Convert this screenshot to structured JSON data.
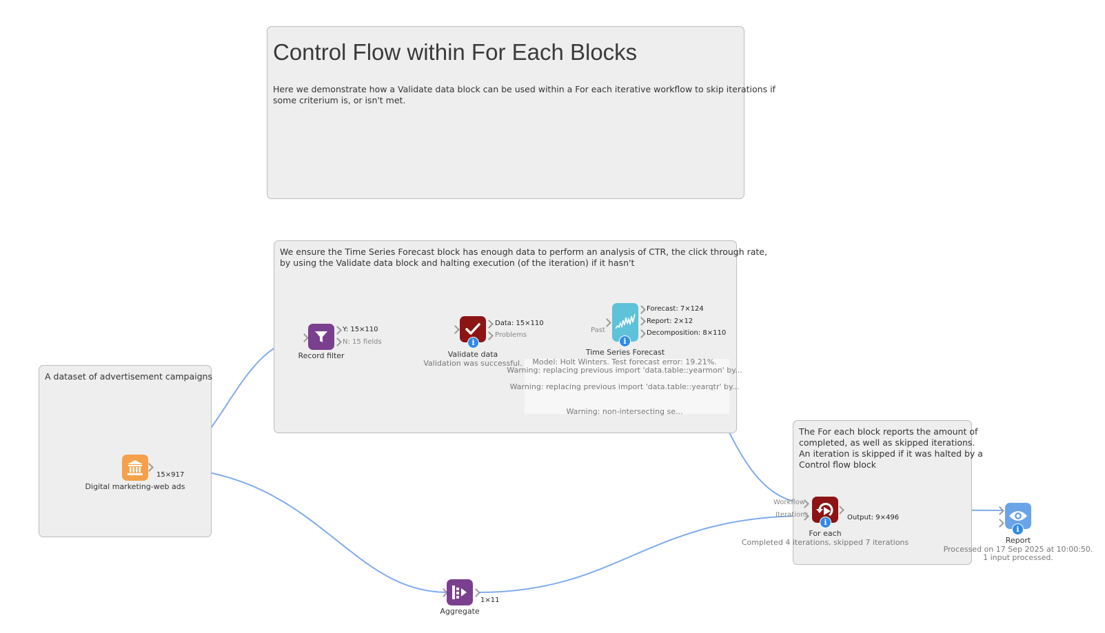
{
  "title_note": {
    "title": "Control Flow within For Each Blocks",
    "body_line1": "Here we demonstrate how a Validate data block can be used within a For each iterative workflow to skip iterations if",
    "body_line2": "some criterium is, or isn't met."
  },
  "ensure_note": {
    "line1": "We ensure the Time Series Forecast block has enough data to perform an analysis of CTR, the click through rate,",
    "line2": "by using the Validate data block and halting execution (of the iteration) if it hasn't"
  },
  "dataset_note": {
    "text": "A dataset of advertisement campaigns"
  },
  "foreach_note": {
    "line1": "The For each block reports the amount of",
    "line2": "completed, as well as skipped iterations.",
    "line3": "An iteration is skipped if it was halted by a",
    "line4": "Control flow block"
  },
  "nodes": {
    "dataset": {
      "label": "Digital marketing-web ads",
      "output": "15×917",
      "icon": "bank-icon",
      "color": "#f5a04a"
    },
    "record_filter": {
      "label": "Record filter",
      "out_y": "Y: 15×110",
      "out_n": "N: 15 fields",
      "icon": "funnel-icon",
      "color": "#7a3f8f"
    },
    "validate": {
      "label": "Validate data",
      "status": "Validation was successful.",
      "out_data": "Data: 15×110",
      "out_problems": "Problems",
      "icon": "checkmark-icon",
      "color": "#8c1414"
    },
    "forecast": {
      "label": "Time Series Forecast",
      "in_past": "Past",
      "out_forecast": "Forecast: 7×124",
      "out_report": "Report: 2×12",
      "out_decomp": "Decomposition: 8×110",
      "msg1": "Model: Holt Winters. Test forecast error: 19.21%.",
      "msg2": "Warning: replacing previous import 'data.table::yearmon' by...",
      "msg3": "Warning: replacing previous import 'data.table::yearqtr' by...",
      "msg4": "Warning: non-intersecting se...",
      "icon": "chart-icon",
      "color": "#5ec2d8"
    },
    "aggregate": {
      "label": "Aggregate",
      "output": "1×11",
      "icon": "aggregate-icon",
      "color": "#7a3f8f"
    },
    "for_each": {
      "label": "For each",
      "status": "Completed 4 iterations, skipped 7 iterations",
      "in_workflow": "Workflow",
      "in_iterations": "Iterations",
      "output": "Output: 9×496",
      "icon": "loop-icon",
      "color": "#8c1414"
    },
    "report": {
      "label": "Report",
      "status1": "Processed on 17 Sep 2025 at 10:00:50.",
      "status2": "1 input processed.",
      "icon": "eye-icon",
      "color": "#6aa3e8"
    }
  },
  "colors": {
    "wire": "#7eaaf0",
    "note_bg": "#eeeeee",
    "info": "#2f8be6"
  }
}
